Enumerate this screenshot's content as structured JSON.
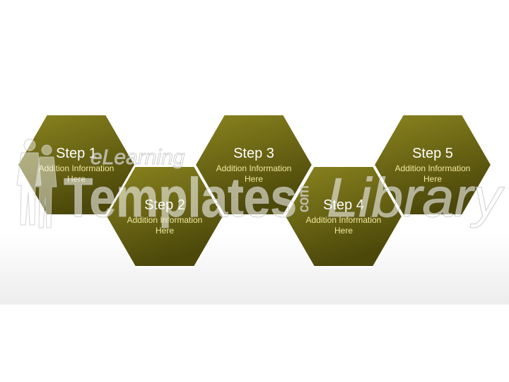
{
  "colors": {
    "hex_fill_light": "#8a841f",
    "hex_fill_dark": "#4c480a",
    "hex_stroke": "#ffffff",
    "title_text": "#ffffff",
    "desc_text": "#f2e8a0"
  },
  "steps": [
    {
      "title": "Step 1",
      "desc_line1": "Addition Information",
      "desc_line2": "Here"
    },
    {
      "title": "Step 2",
      "desc_line1": "Addition Information",
      "desc_line2": "Here"
    },
    {
      "title": "Step 3",
      "desc_line1": "Addition Information",
      "desc_line2": "Here"
    },
    {
      "title": "Step 4",
      "desc_line1": "Addition Information",
      "desc_line2": "Here"
    },
    {
      "title": "Step 5",
      "desc_line1": "Addition Information",
      "desc_line2": "Here"
    }
  ],
  "watermark": {
    "line_top": "eLearning",
    "word_left": "Templates",
    "word_mid": "com",
    "word_right": "Library"
  }
}
